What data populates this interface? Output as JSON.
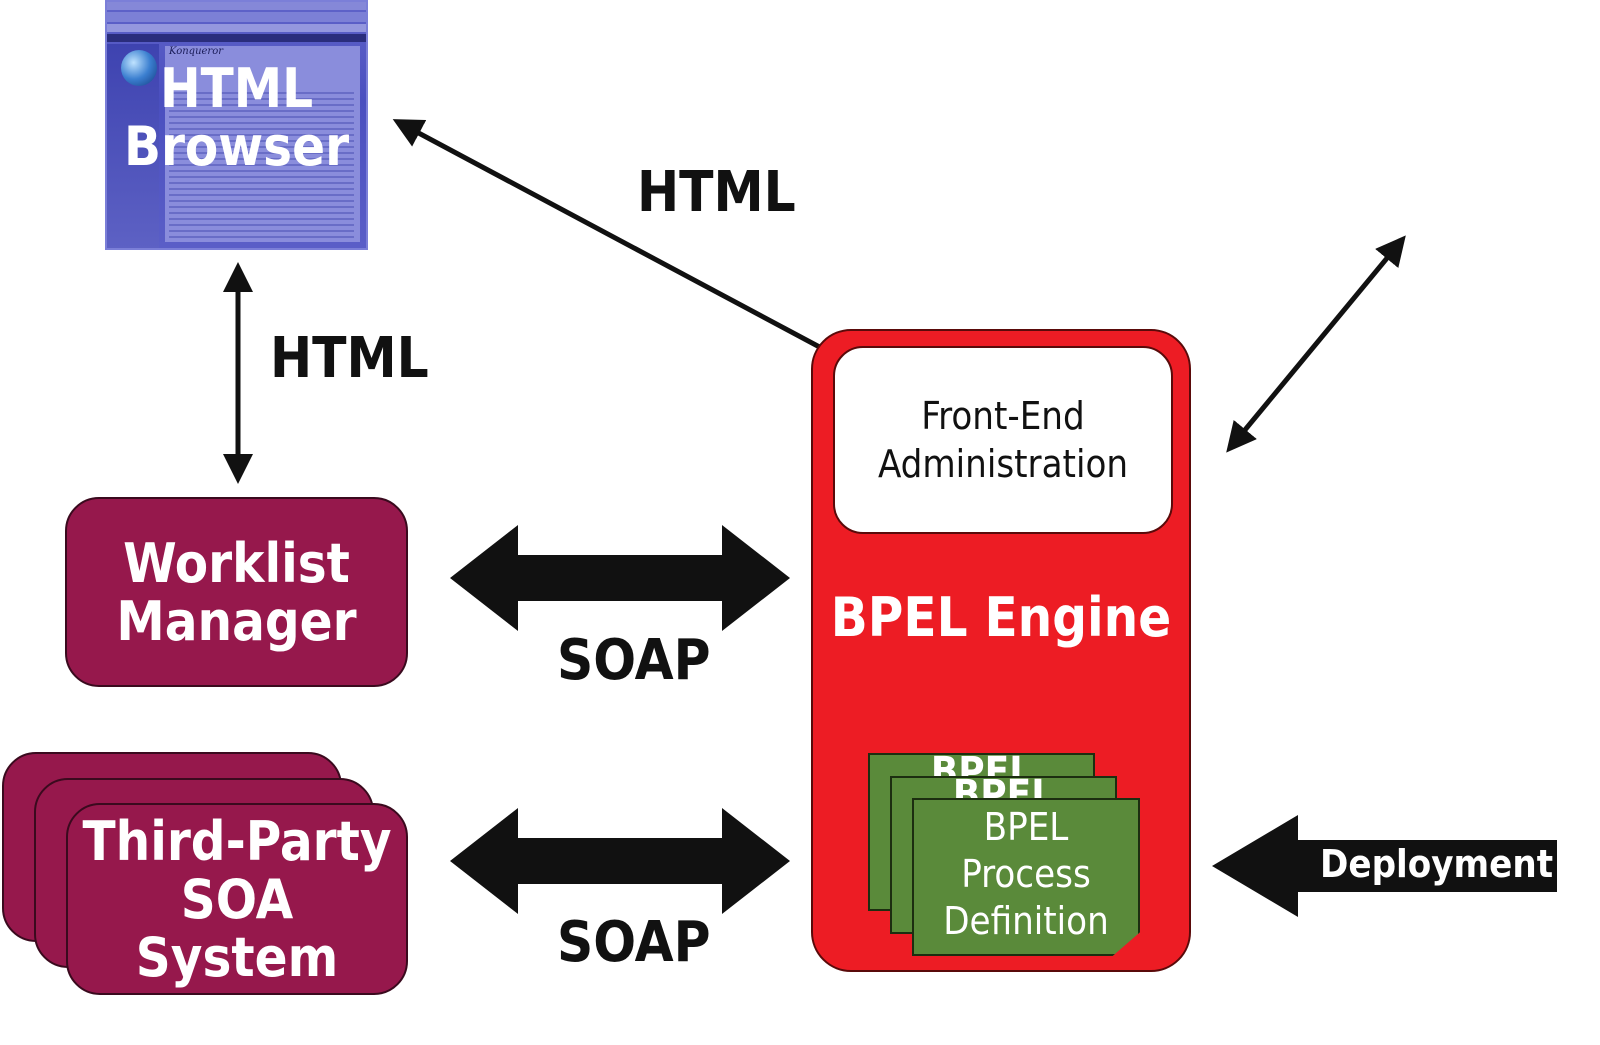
{
  "browser": {
    "title_line1": "HTML",
    "title_line2": "Browser",
    "window_title": "Konqueror"
  },
  "worklist": {
    "line1": "Worklist",
    "line2": "Manager"
  },
  "third_party": {
    "line1": "Third-Party",
    "line2": "SOA",
    "line3": "System"
  },
  "engine": {
    "label": "BPEL Engine"
  },
  "frontend": {
    "line1": "Front-End",
    "line2": "Administration"
  },
  "process_doc": {
    "back_title": "BPEL",
    "line1": "BPEL",
    "line2": "Process",
    "line3": "Definition"
  },
  "connectors": {
    "browser_engine": "HTML",
    "browser_worklist": "HTML",
    "worklist_engine": "SOAP",
    "thirdparty_engine": "SOAP",
    "deployment": "Deployment"
  },
  "colors": {
    "maroon": "#96184c",
    "engine_red": "#ed1c24",
    "doc_green": "#5a8a3a",
    "browser_blue": "#5f63c9",
    "arrow_black": "#111111"
  }
}
